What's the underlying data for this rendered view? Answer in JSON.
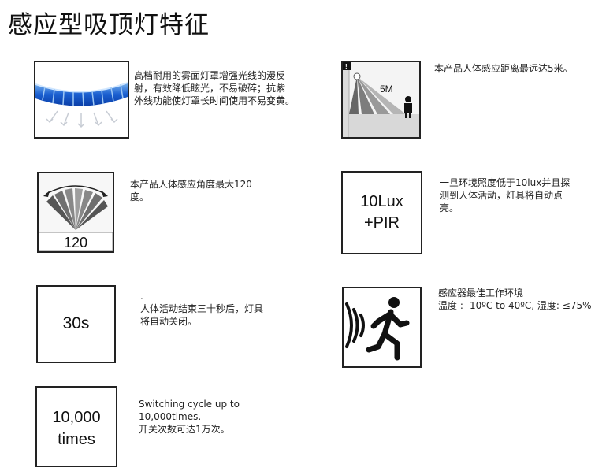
{
  "title": "感应型吸顶灯特征",
  "features": {
    "lampshade": {
      "icon": "lampshade-diffuse-icon",
      "desc": [
        "高档耐用的雾面灯罩增强光线的漫反",
        "射，有效降低眩光，不易破碎；抗紫",
        "外线功能使灯罩长时间使用不易变黄。"
      ]
    },
    "distance": {
      "icon": "sensor-distance-icon",
      "box_label": "5M",
      "badge": "!",
      "desc": [
        "本产品人体感应距离最远达5米。"
      ]
    },
    "angle": {
      "icon": "sensor-angle-fan-icon",
      "box_label": "120",
      "desc": [
        "本产品人体感应角度最大120",
        "度。"
      ]
    },
    "lux": {
      "box_lines": [
        "10Lux",
        "+PIR"
      ],
      "desc": [
        "一旦环境照度低于10lux并且探",
        "测到人体活动，灯具将自动点",
        "亮。"
      ]
    },
    "delay": {
      "box_label": "30s",
      "desc": [
        ".",
        "人体活动结束三十秒后，灯具",
        "将自动关闭。"
      ]
    },
    "environment": {
      "icon": "motion-sensor-person-icon",
      "desc": [
        "感应器最佳工作环境",
        "温度 : -10ºC to 40ºC, 湿度: ≤75%"
      ]
    },
    "cycle": {
      "box_lines": [
        "10,000",
        "times"
      ],
      "desc": [
        "Switching cycle up to",
        "10,000times.",
        "开关次数可达1万次。"
      ]
    }
  }
}
